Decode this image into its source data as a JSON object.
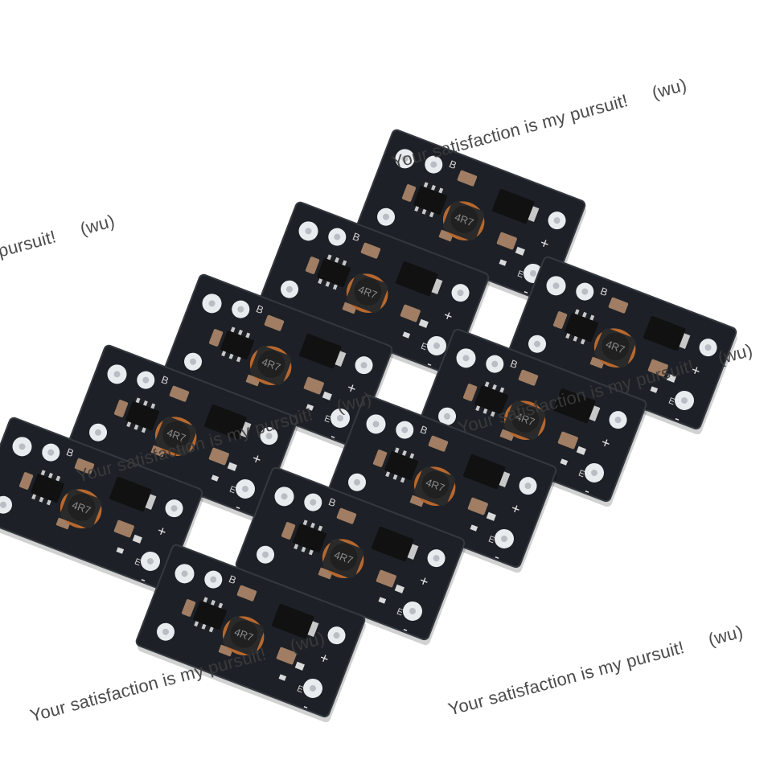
{
  "image": {
    "subject": "boost converter modules",
    "board_count": 10,
    "colors": {
      "background": "#ffffff",
      "pcb": "#1d2127",
      "pcb_edge": "#34393f",
      "pad": "#e9ecef",
      "component": "#a07d63",
      "inductor_body": "#2a2a2a",
      "inductor_coil": "#b8682e",
      "chip": "#111111",
      "watermark": "#3c3c3c"
    }
  },
  "watermark": {
    "main_text": "Your satisfaction is my pursuit!",
    "tag_text": "(wu)",
    "fragment_text": "pursuit!"
  },
  "board": {
    "inductor_marking": "4R7",
    "plus_label": "+",
    "minus_label": "-",
    "b_label": "B",
    "e_label": "E"
  }
}
